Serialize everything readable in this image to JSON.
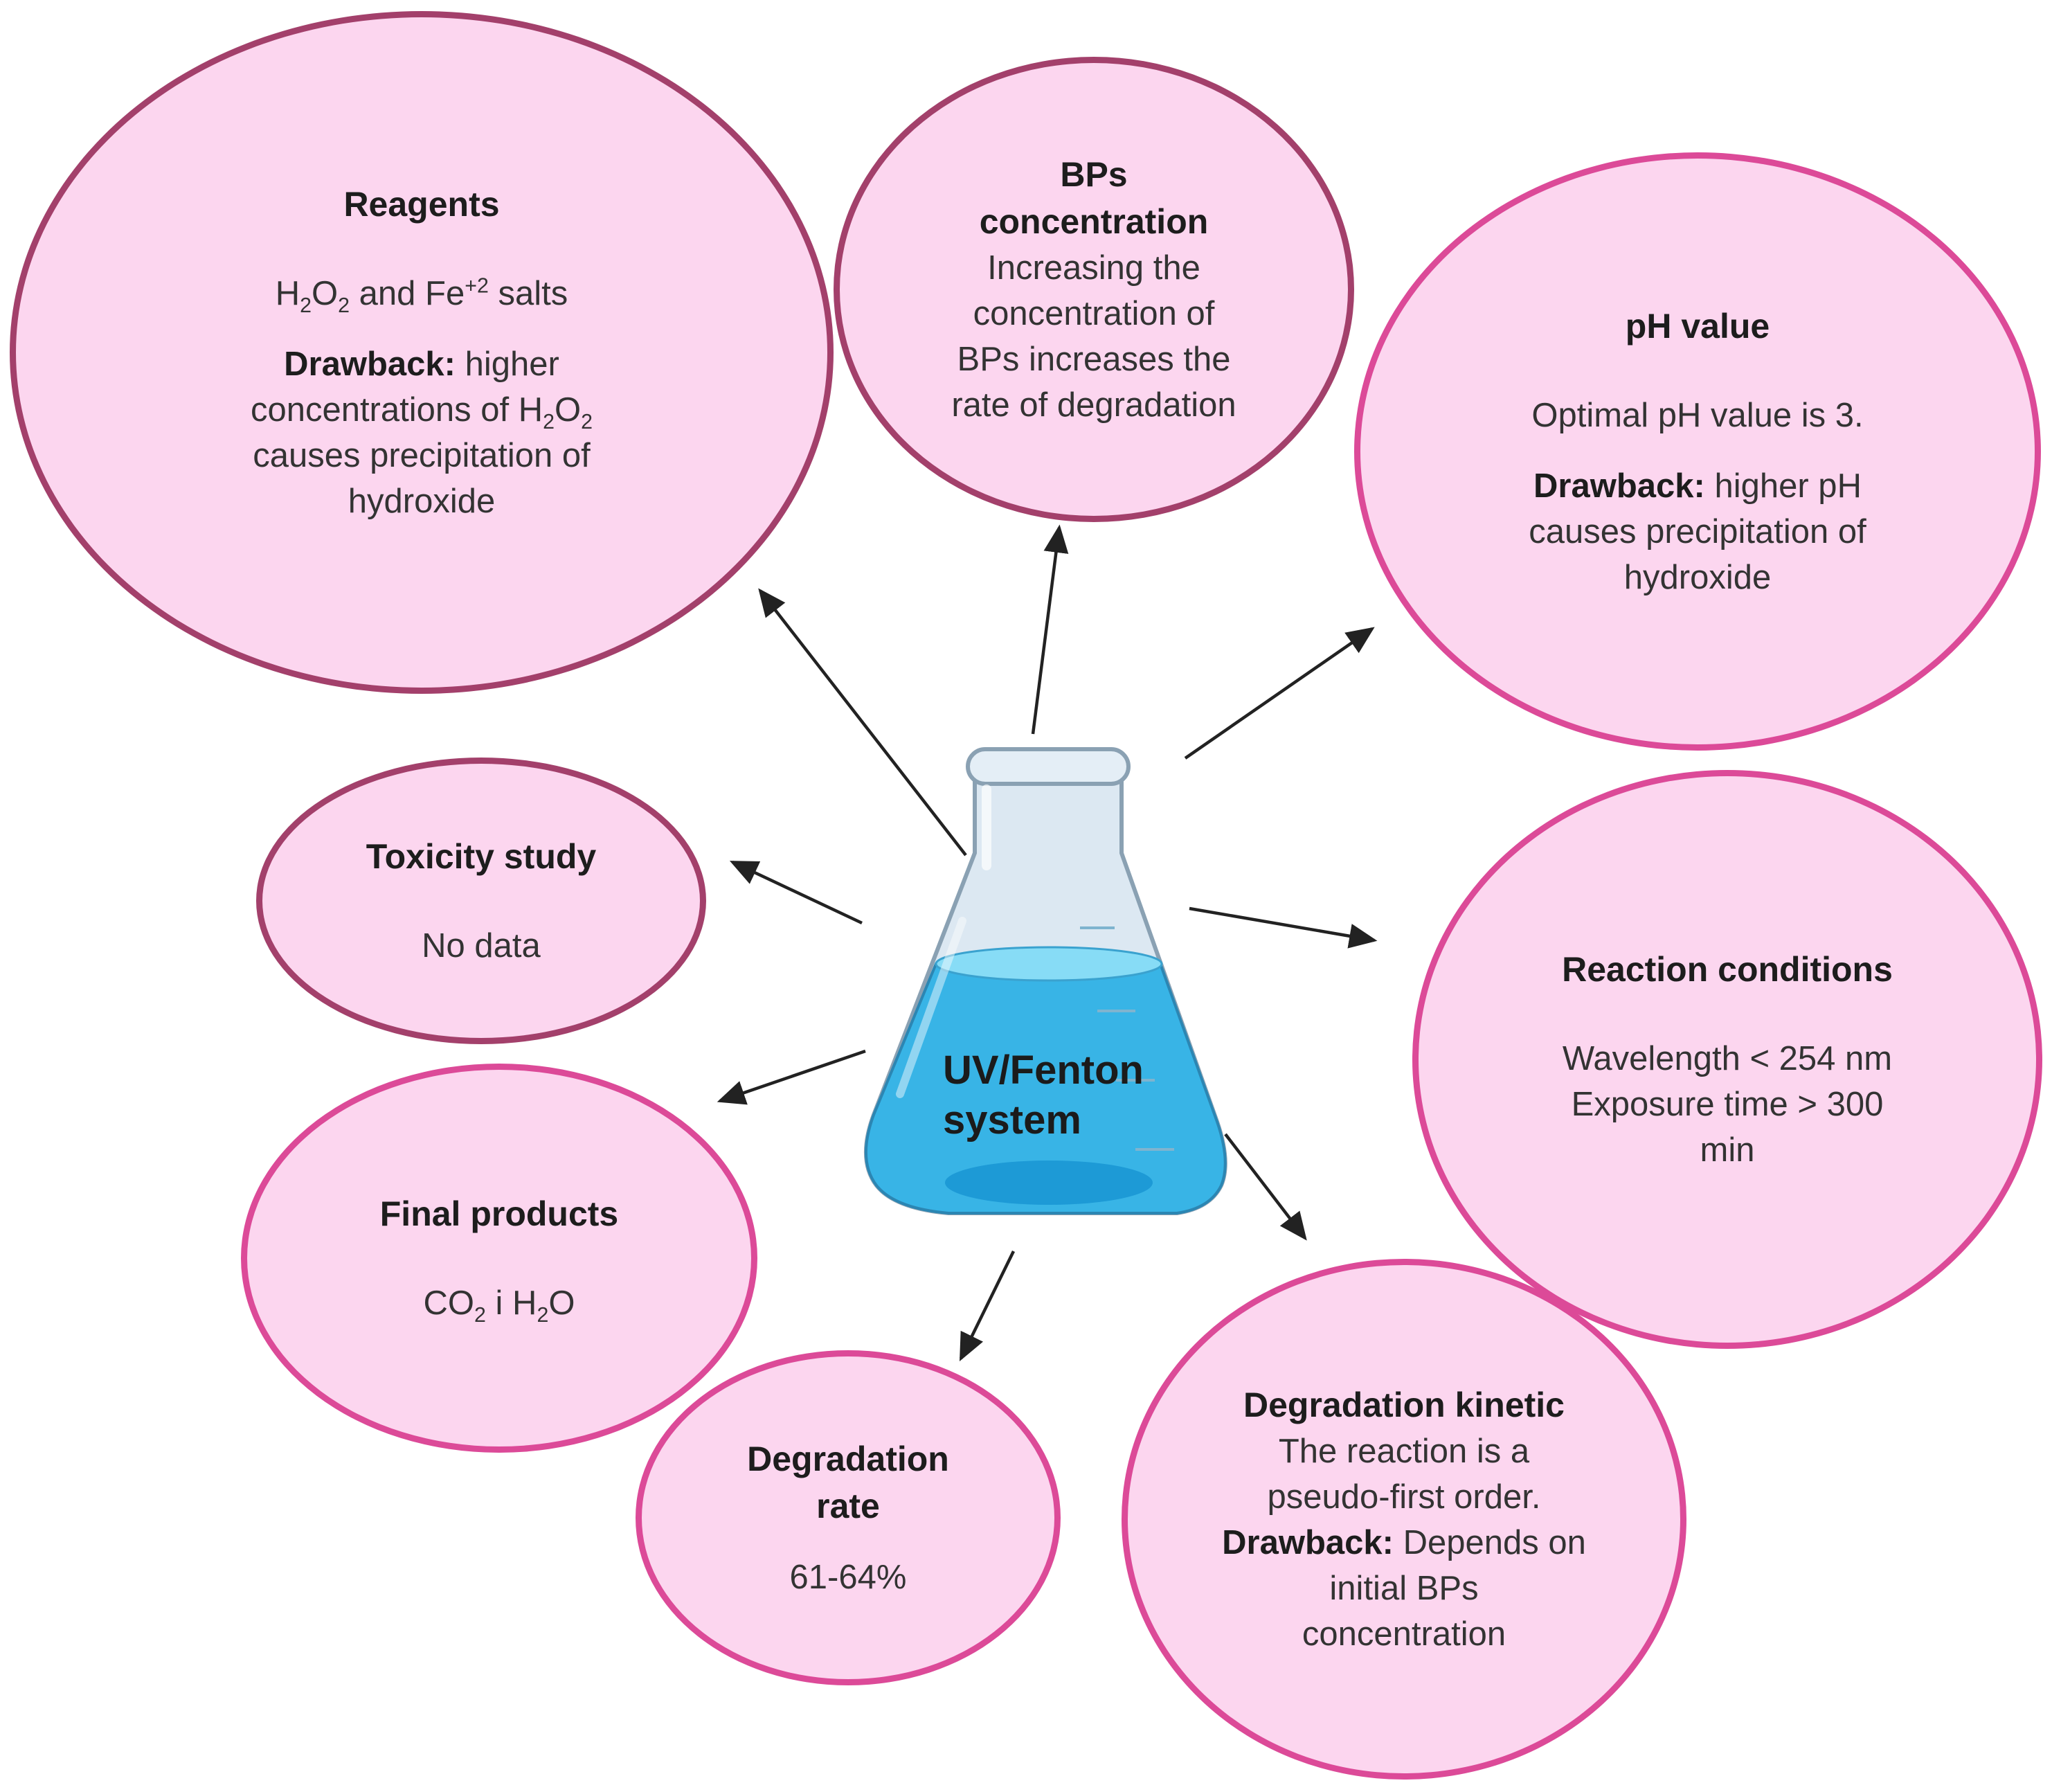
{
  "flask": {
    "label_line1": "UV/Fenton",
    "label_line2": "system"
  },
  "reagents": {
    "title": "Reagents",
    "formula": {
      "h": "H",
      "two": "2",
      "o": "O",
      "two_b": "2",
      "and_fe": " and Fe",
      "charge": "+2",
      "salts": " salts"
    },
    "drawback_label": "Drawback:",
    "drawback_line1": " higher",
    "drawback_line2_pre": "concentrations of H",
    "drawback_line2_sub1": "2",
    "drawback_line2_o": "O",
    "drawback_line2_sub2": "2",
    "drawback_line3": "causes precipitation of",
    "drawback_line4": "hydroxide"
  },
  "bps_concentration": {
    "title_line1": "BPs",
    "title_line2": "concentration",
    "text": [
      "Increasing the",
      "concentration of",
      "BPs increases the",
      "rate of degradation"
    ]
  },
  "ph_value": {
    "title": "pH value",
    "optimal": "Optimal pH value  is 3.",
    "drawback_label": "Drawback:",
    "drawback_line1": " higher pH",
    "drawback_line2": "causes precipitation of",
    "drawback_line3": "hydroxide"
  },
  "toxicity": {
    "title": "Toxicity study",
    "text": "No data"
  },
  "reaction_conditions": {
    "title": "Reaction conditions",
    "text": [
      "Wavelength < 254 nm",
      "Exposure time  > 300",
      "min"
    ]
  },
  "final_products": {
    "title": "Final products",
    "co": "CO",
    "sub1": "2",
    "mid": " i H",
    "sub2": "2",
    "o": "O"
  },
  "degradation_rate": {
    "title_line1": "Degradation",
    "title_line2": "rate",
    "value": "61-64%"
  },
  "degradation_kinetic": {
    "title": "Degradation kinetic",
    "line1": "The reaction is a",
    "line2": "pseudo-first order.",
    "drawback_label": "Drawback:",
    "drawback_line1": " Depends on",
    "drawback_line2": "initial BPs",
    "drawback_line3": "concentration"
  },
  "colors": {
    "bubble_fill": "#fcd6ef",
    "border_dark": "#a3406b",
    "border_pink": "#dc4a98",
    "liquid": "#38b4e6",
    "arrow": "#222222"
  }
}
